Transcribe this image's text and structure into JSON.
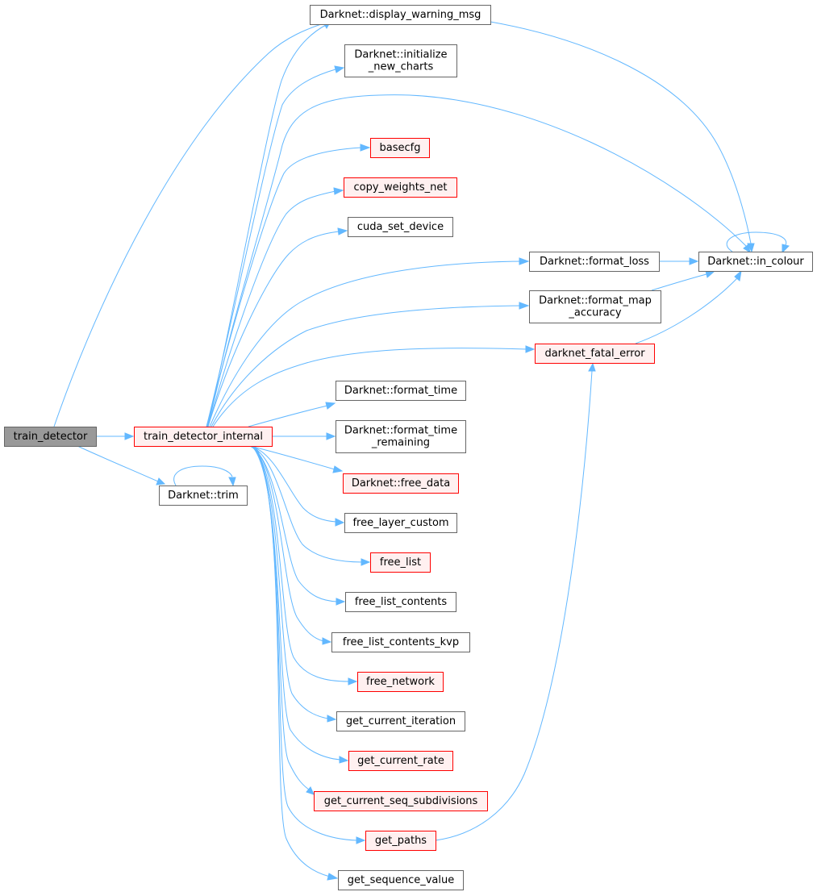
{
  "colors": {
    "edge": "#63b8ff",
    "node_border": "#666666",
    "node_fill": "#ffffff",
    "highlight_border": "#ff0000",
    "highlight_fill": "#fff0f0",
    "root_border": "#666666",
    "root_fill": "#999999"
  },
  "nodes": [
    {
      "id": "train_detector",
      "lines": [
        "train_detector"
      ],
      "style": "root"
    },
    {
      "id": "train_detector_internal",
      "lines": [
        "train_detector_internal"
      ],
      "style": "highlight"
    },
    {
      "id": "trim",
      "lines": [
        "Darknet::trim"
      ],
      "style": "normal"
    },
    {
      "id": "display_warning_msg",
      "lines": [
        "Darknet::display_warning_msg"
      ],
      "style": "normal"
    },
    {
      "id": "initialize_new_charts",
      "lines": [
        "Darknet::initialize",
        "_new_charts"
      ],
      "style": "normal"
    },
    {
      "id": "basecfg",
      "lines": [
        "basecfg"
      ],
      "style": "highlight"
    },
    {
      "id": "copy_weights_net",
      "lines": [
        "copy_weights_net"
      ],
      "style": "highlight"
    },
    {
      "id": "cuda_set_device",
      "lines": [
        "cuda_set_device"
      ],
      "style": "normal"
    },
    {
      "id": "format_loss",
      "lines": [
        "Darknet::format_loss"
      ],
      "style": "normal"
    },
    {
      "id": "format_map_accuracy",
      "lines": [
        "Darknet::format_map",
        "_accuracy"
      ],
      "style": "normal"
    },
    {
      "id": "darknet_fatal_error",
      "lines": [
        "darknet_fatal_error"
      ],
      "style": "highlight"
    },
    {
      "id": "in_colour",
      "lines": [
        "Darknet::in_colour"
      ],
      "style": "normal"
    },
    {
      "id": "format_time",
      "lines": [
        "Darknet::format_time"
      ],
      "style": "normal"
    },
    {
      "id": "format_time_remaining",
      "lines": [
        "Darknet::format_time",
        "_remaining"
      ],
      "style": "normal"
    },
    {
      "id": "free_data",
      "lines": [
        "Darknet::free_data"
      ],
      "style": "highlight"
    },
    {
      "id": "free_layer_custom",
      "lines": [
        "free_layer_custom"
      ],
      "style": "normal"
    },
    {
      "id": "free_list",
      "lines": [
        "free_list"
      ],
      "style": "highlight"
    },
    {
      "id": "free_list_contents",
      "lines": [
        "free_list_contents"
      ],
      "style": "normal"
    },
    {
      "id": "free_list_contents_kvp",
      "lines": [
        "free_list_contents_kvp"
      ],
      "style": "normal"
    },
    {
      "id": "free_network",
      "lines": [
        "free_network"
      ],
      "style": "highlight"
    },
    {
      "id": "get_current_iteration",
      "lines": [
        "get_current_iteration"
      ],
      "style": "normal"
    },
    {
      "id": "get_current_rate",
      "lines": [
        "get_current_rate"
      ],
      "style": "highlight"
    },
    {
      "id": "get_current_seq_subdivisions",
      "lines": [
        "get_current_seq_subdivisions"
      ],
      "style": "highlight"
    },
    {
      "id": "get_paths",
      "lines": [
        "get_paths"
      ],
      "style": "highlight"
    },
    {
      "id": "get_sequence_value",
      "lines": [
        "get_sequence_value"
      ],
      "style": "normal"
    }
  ],
  "edges": [
    {
      "from": "train_detector",
      "to": "display_warning_msg"
    },
    {
      "from": "train_detector",
      "to": "train_detector_internal"
    },
    {
      "from": "train_detector",
      "to": "trim"
    },
    {
      "from": "trim",
      "to": "trim"
    },
    {
      "from": "train_detector_internal",
      "to": "display_warning_msg"
    },
    {
      "from": "train_detector_internal",
      "to": "initialize_new_charts"
    },
    {
      "from": "train_detector_internal",
      "to": "in_colour"
    },
    {
      "from": "train_detector_internal",
      "to": "basecfg"
    },
    {
      "from": "train_detector_internal",
      "to": "copy_weights_net"
    },
    {
      "from": "train_detector_internal",
      "to": "cuda_set_device"
    },
    {
      "from": "train_detector_internal",
      "to": "format_loss"
    },
    {
      "from": "train_detector_internal",
      "to": "format_map_accuracy"
    },
    {
      "from": "train_detector_internal",
      "to": "darknet_fatal_error"
    },
    {
      "from": "train_detector_internal",
      "to": "format_time"
    },
    {
      "from": "train_detector_internal",
      "to": "format_time_remaining"
    },
    {
      "from": "train_detector_internal",
      "to": "free_data"
    },
    {
      "from": "train_detector_internal",
      "to": "free_layer_custom"
    },
    {
      "from": "train_detector_internal",
      "to": "free_list"
    },
    {
      "from": "train_detector_internal",
      "to": "free_list_contents"
    },
    {
      "from": "train_detector_internal",
      "to": "free_list_contents_kvp"
    },
    {
      "from": "train_detector_internal",
      "to": "free_network"
    },
    {
      "from": "train_detector_internal",
      "to": "get_current_iteration"
    },
    {
      "from": "train_detector_internal",
      "to": "get_current_rate"
    },
    {
      "from": "train_detector_internal",
      "to": "get_current_seq_subdivisions"
    },
    {
      "from": "train_detector_internal",
      "to": "get_paths"
    },
    {
      "from": "train_detector_internal",
      "to": "get_sequence_value"
    },
    {
      "from": "display_warning_msg",
      "to": "in_colour"
    },
    {
      "from": "format_loss",
      "to": "in_colour"
    },
    {
      "from": "format_map_accuracy",
      "to": "in_colour"
    },
    {
      "from": "darknet_fatal_error",
      "to": "in_colour"
    },
    {
      "from": "in_colour",
      "to": "in_colour"
    },
    {
      "from": "get_paths",
      "to": "darknet_fatal_error"
    }
  ]
}
